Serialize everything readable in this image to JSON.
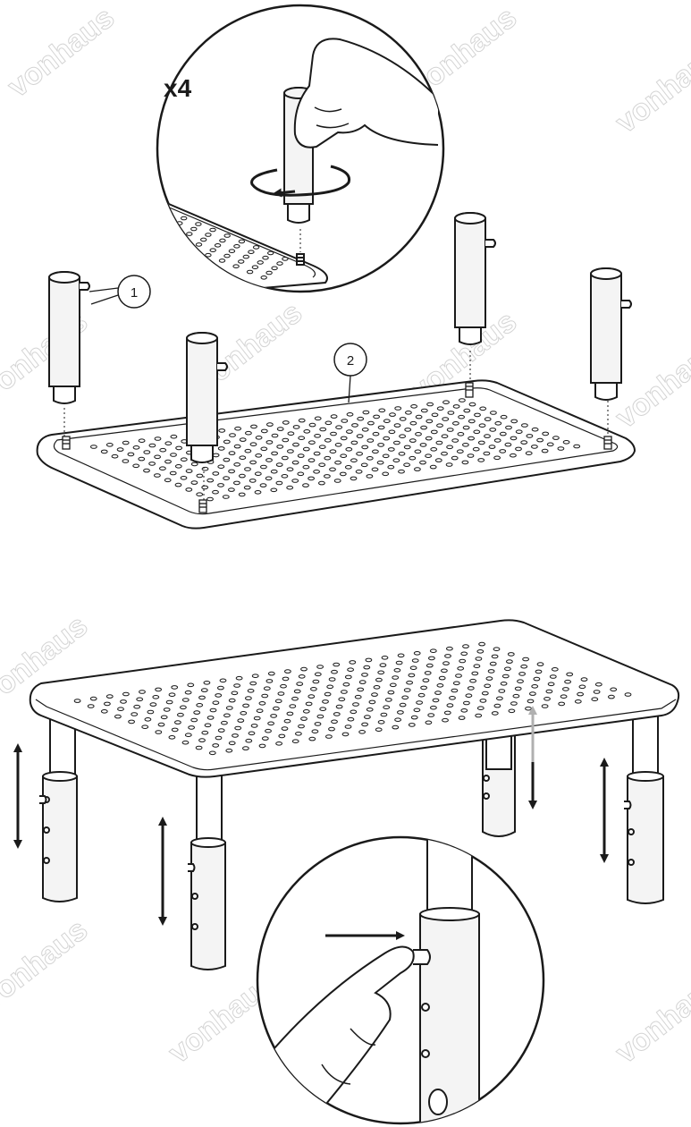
{
  "step_top": {
    "quantity_label": "x4",
    "callout_leg": "1",
    "callout_platform": "2"
  },
  "watermark": "vonhaus",
  "colors": {
    "line": "#1a1a1a",
    "leg_fill": "#f4f4f4",
    "arrow_light": "#b0b0b0",
    "watermark": "#d4d4d4"
  }
}
